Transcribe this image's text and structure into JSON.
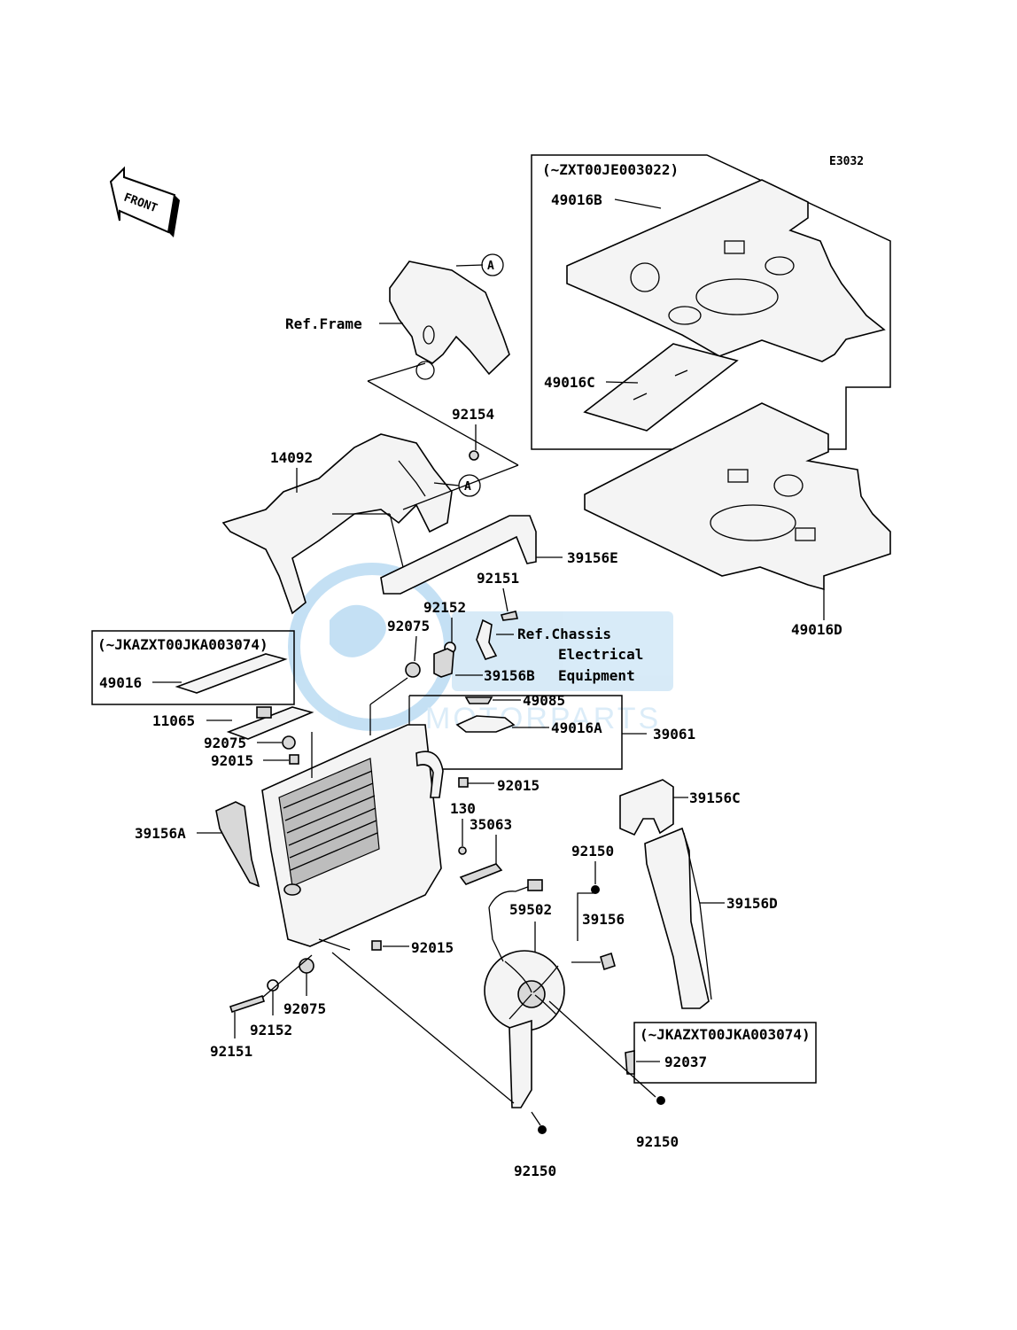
{
  "diagram_code": "E3032",
  "front_arrow": "FRONT",
  "watermark": {
    "line1": "MOTORPARTS"
  },
  "notes": {
    "box_top": "(~ZXT00JE003022)",
    "box_left": "(~JKAZXT00JKA003074)",
    "box_bottom": "(~JKAZXT00JKA003074)"
  },
  "ref": {
    "frame": "Ref.Frame",
    "chassis_1": "Ref.Chassis",
    "chassis_2": "Electrical",
    "chassis_3": "Equipment",
    "marker_a": "A"
  },
  "labels": {
    "p49016B": "49016B",
    "p49016C": "49016C",
    "p49016D": "49016D",
    "p92154": "92154",
    "p14092": "14092",
    "p39156E": "39156E",
    "p92151_top": "92151",
    "p92152_top": "92152",
    "p92075_top": "92075",
    "p49016": "49016",
    "p39156B": "39156B",
    "p49085": "49085",
    "p11065": "11065",
    "p49016A": "49016A",
    "p39061": "39061",
    "p92075_mid": "92075",
    "p92015_a": "92015",
    "p92015_b": "92015",
    "p39156C": "39156C",
    "p130": "130",
    "p35063": "35063",
    "p39156A": "39156A",
    "p92150_a": "92150",
    "p39156D": "39156D",
    "p59502": "59502",
    "p39156": "39156",
    "p92015_c": "92015",
    "p92075_bot": "92075",
    "p92152_bot": "92152",
    "p92151_bot": "92151",
    "p92037": "92037",
    "p92150_b": "92150",
    "p92150_c": "92150"
  }
}
